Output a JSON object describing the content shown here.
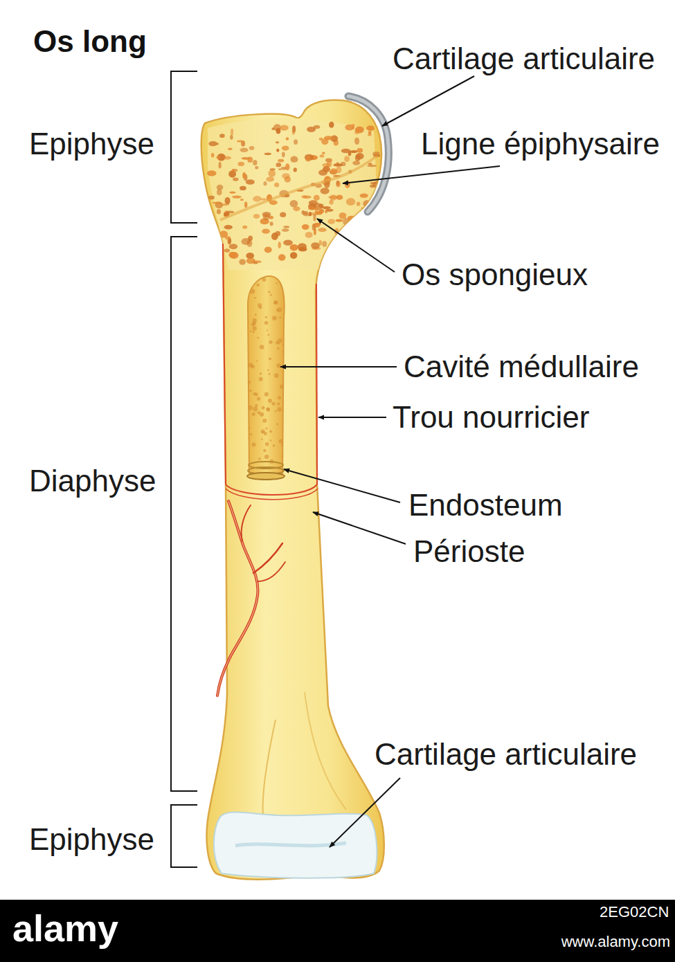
{
  "diagram": {
    "title": "Os long",
    "labels": [
      "Epiphyse",
      "Diaphyse",
      "Epiphyse",
      "Cartilage articulaire",
      "Ligne épiphysaire",
      "Os spongieux",
      "Cavité médullaire",
      "Trou nourricier",
      "Endosteum",
      "Périoste",
      "Cartilage articulaire",
      "alamy",
      "2EG02CN",
      "www.alamy.com"
    ]
  }
}
